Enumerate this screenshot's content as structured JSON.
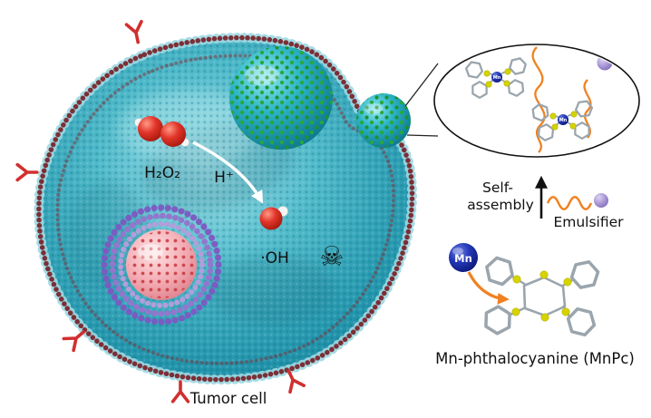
{
  "colors": {
    "cell_teal": "#2fa3b8",
    "membrane_red": "#7c2f36",
    "nanosphere_teal": "#149db5",
    "nanosphere_dot_green": "#27a838",
    "oxygen_red": "#d42a1e",
    "mn_blue": "#1f2fae",
    "orange": "#f08221",
    "emulsifier_purple": "#9b87cc",
    "sulfur_yellow": "#d6d300",
    "molecule_gray": "#9aa5ad",
    "organelle_purple": "#8a63c9",
    "core_pink": "#f0a8b0"
  },
  "icons": {
    "skull": "☠"
  },
  "labels": {
    "h2o2": "H₂O₂",
    "h_plus": "H⁺",
    "hydroxyl": "·OH",
    "self_assembly_line1": "Self-",
    "self_assembly_line2": "assembly",
    "emulsifier": "Emulsifier",
    "mn": "Mn",
    "mnpc_caption": "Mn-phthalocyanine (MnPc)",
    "tumor_cell": "Tumor cell"
  }
}
